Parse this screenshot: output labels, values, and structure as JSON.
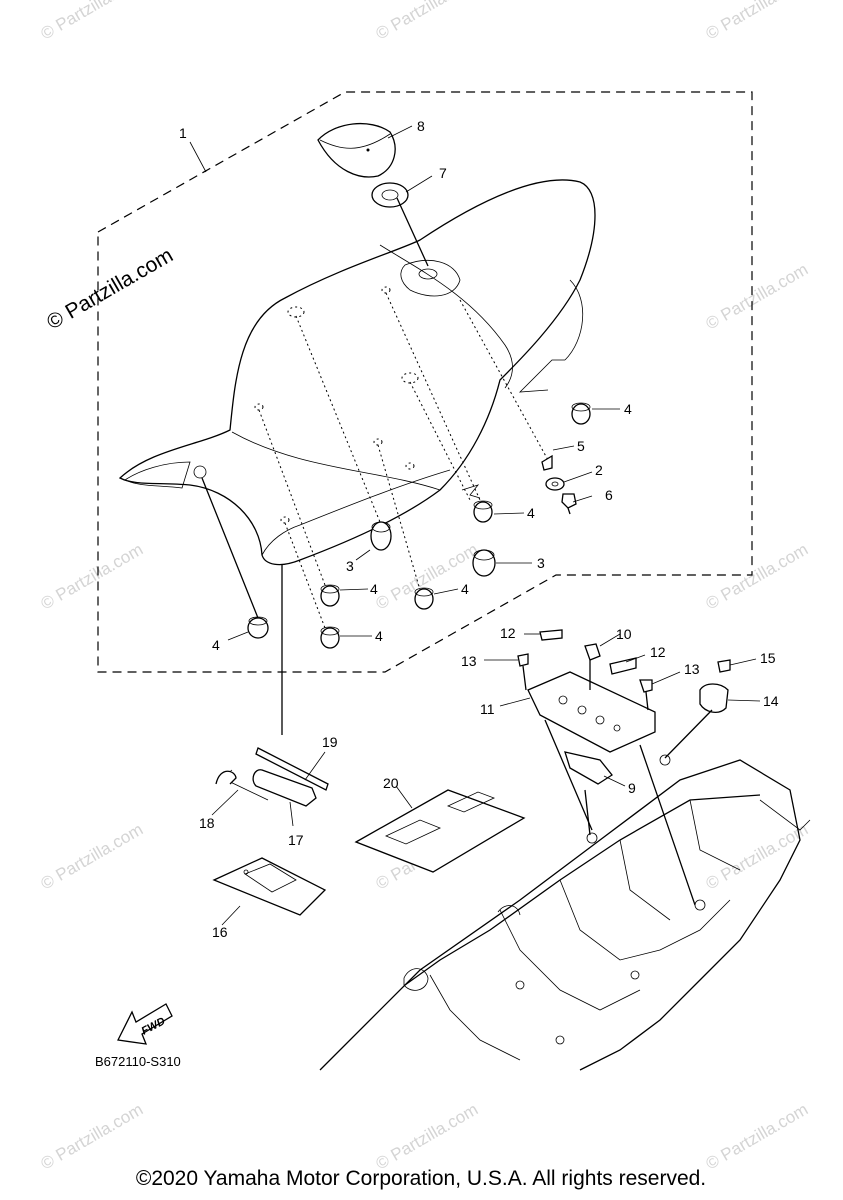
{
  "diagram": {
    "callouts": {
      "p1": "1",
      "p2": "2",
      "p3a": "3",
      "p3b": "3",
      "p4a": "4",
      "p4b": "4",
      "p4c": "4",
      "p4d": "4",
      "p4e": "4",
      "p4f": "4",
      "p5": "5",
      "p6": "6",
      "p7": "7",
      "p8": "8",
      "p9": "9",
      "p10": "10",
      "p11": "11",
      "p12a": "12",
      "p12b": "12",
      "p13a": "13",
      "p13b": "13",
      "p14": "14",
      "p15": "15",
      "p16": "16",
      "p17": "17",
      "p18": "18",
      "p19": "19",
      "p20": "20"
    },
    "fwd_label": "FWD",
    "diagram_code": "B672110-S310",
    "watermark_main": "© Partzilla.com",
    "watermark_small": "© Partzilla.com",
    "copyright": "©2020 Yamaha Motor Corporation, U.S.A. All rights reserved."
  }
}
